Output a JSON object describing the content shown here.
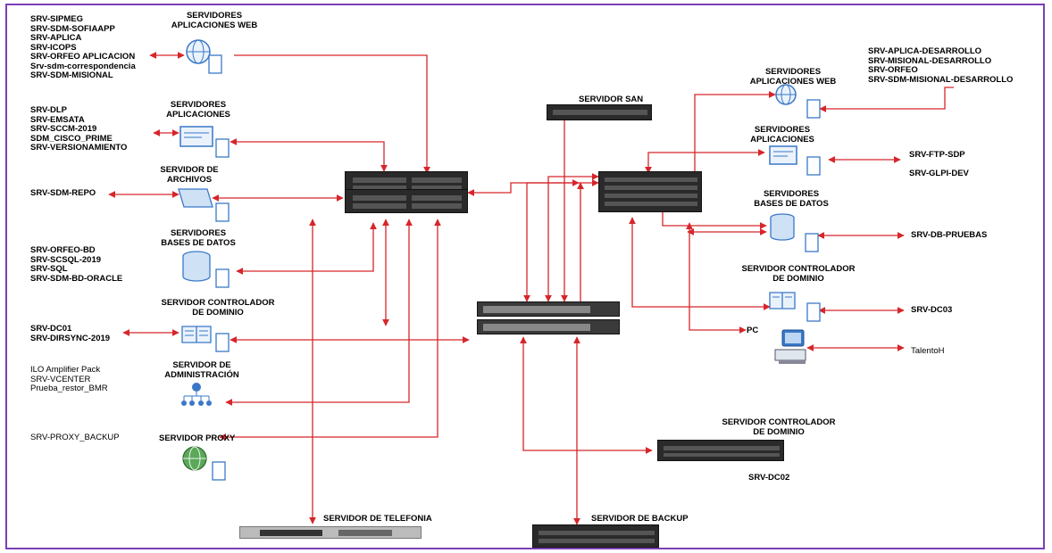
{
  "colors": {
    "wire": "#d6262b",
    "frame": "#7b3fb5",
    "server": "#2a2a2a",
    "icon_blue": "#3a78c7"
  },
  "left": {
    "web": {
      "title": [
        "SERVIDORES",
        "APLICACIONES WEB"
      ],
      "hosts": [
        "SRV-SIPMEG",
        "SRV-SDM-SOFIAAPP",
        "SRV-APLICA",
        "SRV-ICOPS",
        "SRV-ORFEO APLICACION",
        "Srv-sdm-correspondencia",
        "SRV-SDM-MISIONAL"
      ],
      "icon": "globe-server-icon"
    },
    "apps": {
      "title": [
        "SERVIDORES",
        "APLICACIONES"
      ],
      "hosts": [
        "SRV-DLP",
        "SRV-EMSATA",
        "SRV-SCCM-2019",
        "SDM_CISCO_PRIME",
        "SRV-VERSIONAMIENTO"
      ],
      "icon": "application-server-icon"
    },
    "files": {
      "title": [
        "SERVIDOR DE",
        "ARCHIVOS"
      ],
      "hosts": [
        "SRV-SDM-REPO"
      ],
      "icon": "file-server-icon"
    },
    "db": {
      "title": [
        "SERVIDORES",
        "BASES DE DATOS"
      ],
      "hosts": [
        "SRV-ORFEO-BD",
        "SRV-SCSQL-2019",
        "SRV-SQL",
        "SRV-SDM-BD-ORACLE"
      ],
      "icon": "database-server-icon"
    },
    "dc": {
      "title": [
        "SERVIDOR CONTROLADOR",
        "DE DOMINIO"
      ],
      "hosts": [
        "SRV-DC01",
        "SRV-DIRSYNC-2019"
      ],
      "icon": "domain-controller-icon"
    },
    "admin": {
      "title": [
        "SERVIDOR DE",
        "ADMINISTRACIÓN"
      ],
      "hosts": [
        "ILO Amplifier Pack",
        "SRV-VCENTER",
        "Prueba_restor_BMR"
      ],
      "icon": "admin-server-icon"
    },
    "proxy": {
      "title": [
        "SERVIDOR PROXY"
      ],
      "hosts": [
        "SRV-PROXY_BACKUP"
      ],
      "icon": "proxy-server-icon"
    }
  },
  "center": {
    "san": "SERVIDOR SAN",
    "telefonia": "SERVIDOR DE TELEFONIA",
    "backup": "SERVIDOR DE BACKUP",
    "dc02": {
      "title": [
        "SERVIDOR CONTROLADOR",
        "DE DOMINIO"
      ],
      "host": "SRV-DC02"
    }
  },
  "right": {
    "web": {
      "title": [
        "SERVIDORES",
        "APLICACIONES WEB"
      ],
      "hosts": [
        "SRV-APLICA-DESARROLLO",
        "SRV-MISIONAL-DESARROLLO",
        "SRV-ORFEO",
        "SRV-SDM-MISIONAL-DESARROLLO"
      ],
      "icon": "globe-server-icon"
    },
    "apps": {
      "title": [
        "SERVIDORES",
        "APLICACIONES"
      ],
      "hosts": [
        "SRV-FTP-SDP",
        "SRV-GLPI-DEV"
      ],
      "icon": "application-server-icon"
    },
    "db": {
      "title": [
        "SERVIDORES",
        "BASES DE DATOS"
      ],
      "hosts": [
        "SRV-DB-PRUEBAS"
      ],
      "icon": "database-server-icon"
    },
    "dc": {
      "title": [
        "SERVIDOR CONTROLADOR",
        "DE DOMINIO"
      ],
      "hosts": [
        "SRV-DC03"
      ],
      "icon": "domain-controller-icon"
    },
    "pc": {
      "label": "PC",
      "host": "TalentoH",
      "icon": "workstation-icon"
    }
  }
}
